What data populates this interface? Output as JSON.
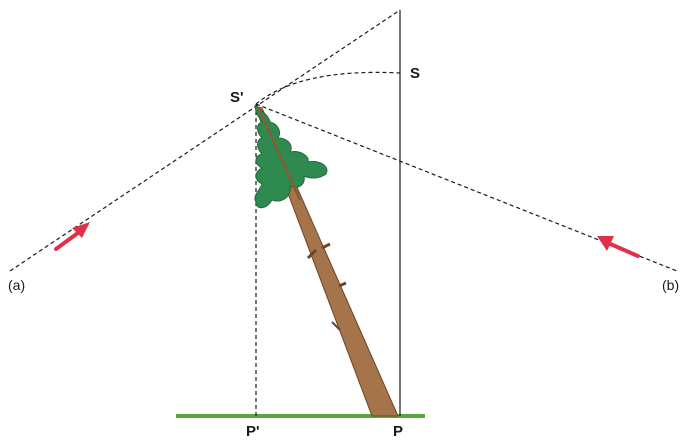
{
  "labels": {
    "s_prime": "S'",
    "s": "S",
    "p_prime": "P'",
    "p": "P",
    "a": "(a)",
    "b": "(b)"
  },
  "colors": {
    "line": "#1a1a1a",
    "arrow": "#e0304a",
    "ground": "#5aa83a",
    "trunk": "#a5744a",
    "trunk_edge": "#6b4526",
    "foliage": "#2f8a4f",
    "foliage_dark": "#1f6b3a"
  },
  "icons": {
    "arrow_a": "arrow-icon",
    "arrow_b": "arrow-icon",
    "tree": "tree-icon"
  }
}
